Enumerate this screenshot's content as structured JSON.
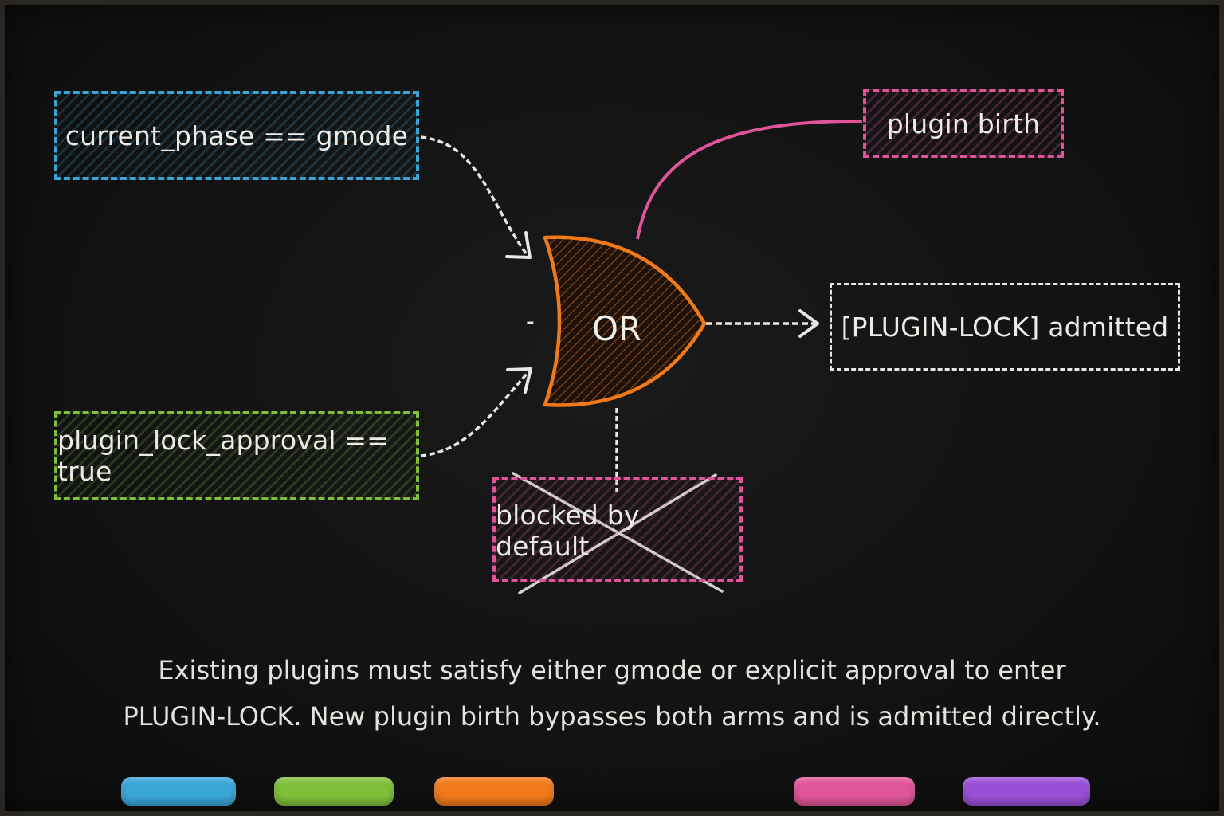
{
  "diagram": {
    "inputs": {
      "gmode": "current_phase == gmode",
      "approval": "plugin_lock_approval == true"
    },
    "gate_label": "OR",
    "gate_stub_label": "-",
    "bypass_label": "plugin birth",
    "output_label": "[PLUGIN-LOCK] admitted",
    "blocked_label": "blocked by default",
    "caption_line1": "Existing plugins must satisfy either gmode or explicit approval to enter",
    "caption_line2": "PLUGIN-LOCK. New plugin birth bypasses both arms and is admitted directly."
  },
  "colors": {
    "blue": "#3aa6d8",
    "green": "#7fbf3a",
    "orange": "#f07a1a",
    "pink": "#e0559a",
    "purple": "#9b4fd6",
    "chalk_white": "#e9e7e1",
    "board": "#121212"
  },
  "chalk_sticks": [
    "blue",
    "green",
    "orange",
    "pink",
    "purple"
  ]
}
